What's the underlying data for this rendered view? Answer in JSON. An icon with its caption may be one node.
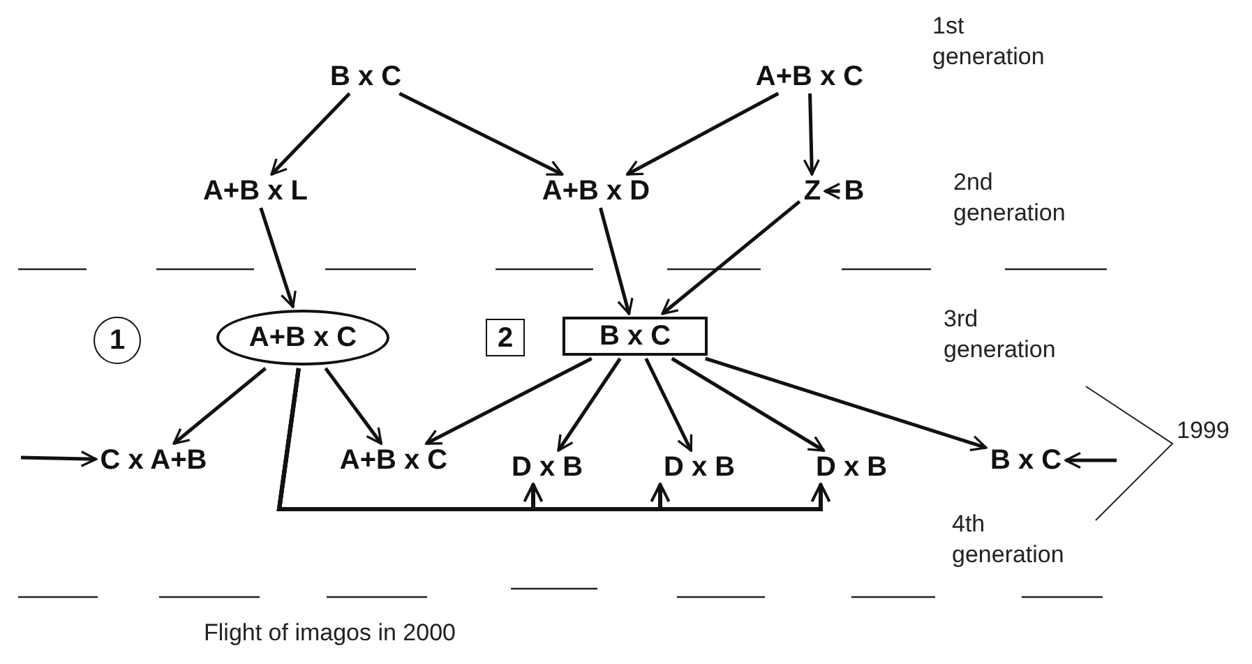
{
  "diagram": {
    "nodes": [
      {
        "text": [
          "B x C"
        ]
      },
      {
        "text": [
          "A+B x C"
        ]
      },
      {
        "text": [
          "A+B x L"
        ]
      },
      {
        "text": [
          "A+B x D"
        ]
      },
      {
        "text": [
          "Z"
        ]
      },
      {
        "text": [
          "B"
        ]
      },
      {
        "text": [
          "1"
        ]
      },
      {
        "text": [
          "A+B x C"
        ]
      },
      {
        "text": [
          "2"
        ]
      },
      {
        "text": [
          "B x C"
        ]
      },
      {
        "text": [
          "C x A+B"
        ]
      },
      {
        "text": [
          "A+B x C"
        ]
      },
      {
        "text": [
          "D x B"
        ]
      },
      {
        "text": [
          "D x B"
        ]
      },
      {
        "text": [
          "D x B"
        ]
      },
      {
        "text": [
          "B x C"
        ]
      }
    ],
    "edges": [
      {
        "from": 0,
        "to": 2,
        "arrow": "to"
      },
      {
        "from": 0,
        "to": 3,
        "arrow": "to"
      },
      {
        "from": 1,
        "to": 3,
        "arrow": "to"
      },
      {
        "from": 1,
        "to": 4,
        "arrow": "to"
      },
      {
        "from": 5,
        "to": 4,
        "arrow": "to"
      },
      {
        "from": 2,
        "to": 7,
        "arrow": "to"
      },
      {
        "from": 3,
        "to": 9,
        "arrow": "to"
      },
      {
        "from": 4,
        "to": 9,
        "arrow": "to"
      },
      {
        "from": 7,
        "to": 10,
        "arrow": "to"
      },
      {
        "from": 7,
        "to": 11,
        "arrow": "to"
      },
      {
        "from": 9,
        "to": 11,
        "arrow": "to"
      },
      {
        "from": 9,
        "to": 12,
        "arrow": "to"
      },
      {
        "from": 9,
        "to": 13,
        "arrow": "to"
      },
      {
        "from": 9,
        "to": 14,
        "arrow": "to"
      },
      {
        "from": 9,
        "to": 15,
        "arrow": "to"
      },
      {
        "from": null,
        "to": 10,
        "arrow": "to"
      },
      {
        "from": null,
        "to": 15,
        "arrow": "to"
      },
      {
        "from": 7,
        "to": 12,
        "arrow": "to"
      },
      {
        "from": 7,
        "to": 13,
        "arrow": "to"
      },
      {
        "from": 7,
        "to": 14,
        "arrow": "to"
      }
    ],
    "labels": [
      "1st generation",
      "2nd generation",
      "3rd generation",
      "1999",
      "4th generation",
      "Flight of imagos in 2000"
    ]
  }
}
